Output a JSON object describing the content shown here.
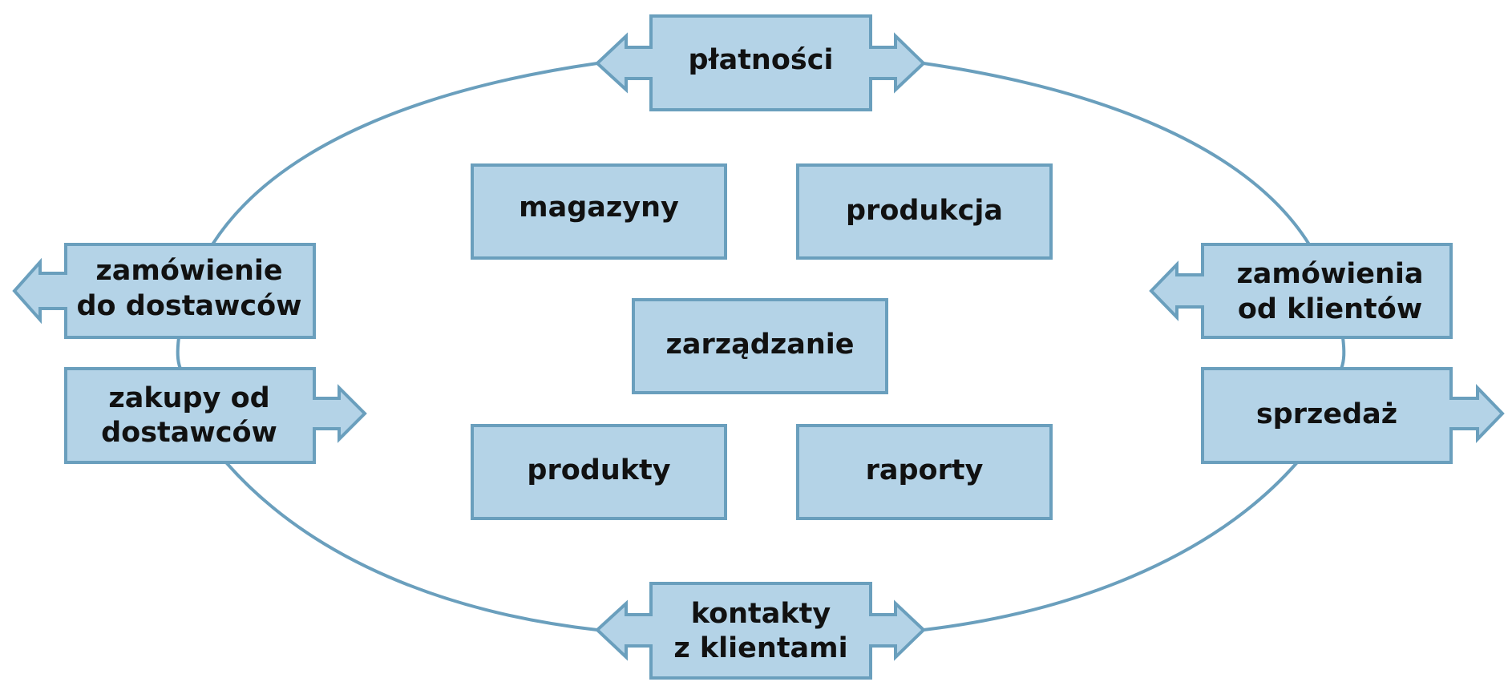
{
  "colors": {
    "box_fill": "#b4d3e7",
    "box_stroke": "#6a9fbd",
    "cycle_line": "#6a9fbd",
    "text": "#111111"
  },
  "cycle_nodes": {
    "top": {
      "lines": [
        "płatności"
      ]
    },
    "left_upper": {
      "lines": [
        "zamówienie",
        "do dostawców"
      ]
    },
    "left_lower": {
      "lines": [
        "zakupy od",
        "dostawców"
      ]
    },
    "right_upper": {
      "lines": [
        "zamówienia",
        "od klientów"
      ]
    },
    "right_lower": {
      "lines": [
        "sprzedaż"
      ]
    },
    "bottom": {
      "lines": [
        "kontakty",
        "z klientami"
      ]
    }
  },
  "center_modules": {
    "top_left": "magazyny",
    "top_right": "produkcja",
    "middle": "zarządzanie",
    "bottom_left": "produkty",
    "bottom_right": "raporty"
  }
}
